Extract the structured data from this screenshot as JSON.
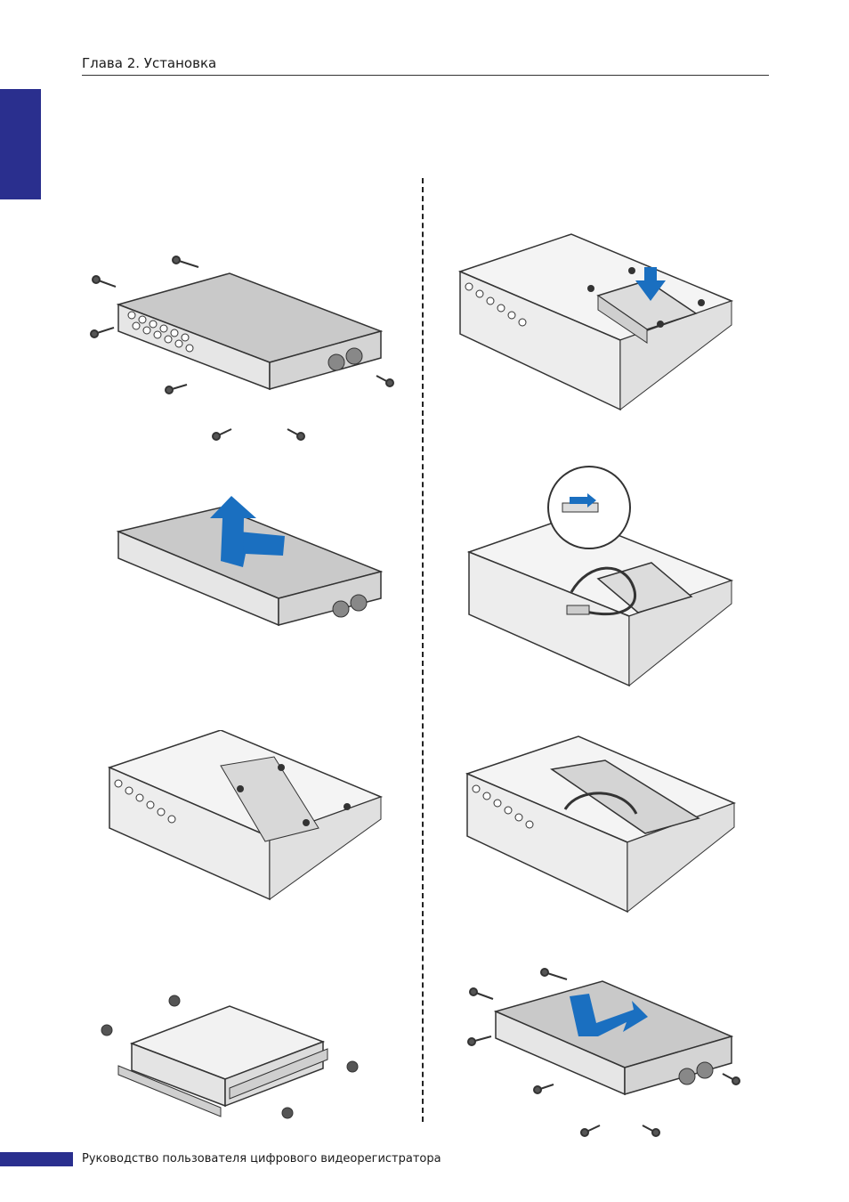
{
  "header": {
    "chapter": "Глава 2. Установка"
  },
  "footer": {
    "text": "Руководство пользователя цифрового видеорегистратора"
  },
  "colors": {
    "accent": "#2a2f8e",
    "arrow": "#1a6fc0",
    "cover": "#c8c8c8"
  },
  "figures": [
    {
      "step": "remove-screws",
      "icon": "screw-icon"
    },
    {
      "step": "lift-cover",
      "icon": "arrow-up-icon"
    },
    {
      "step": "open-chassis-bracket",
      "icon": "screw-icon"
    },
    {
      "step": "attach-hdd-bracket",
      "icon": "screw-icon"
    },
    {
      "step": "insert-hdd",
      "icon": "arrow-down-icon"
    },
    {
      "step": "connect-cables",
      "icon": "connector-icon"
    },
    {
      "step": "hdd-installed",
      "icon": "hdd-icon"
    },
    {
      "step": "close-cover",
      "icon": "arrow-slide-icon"
    }
  ]
}
